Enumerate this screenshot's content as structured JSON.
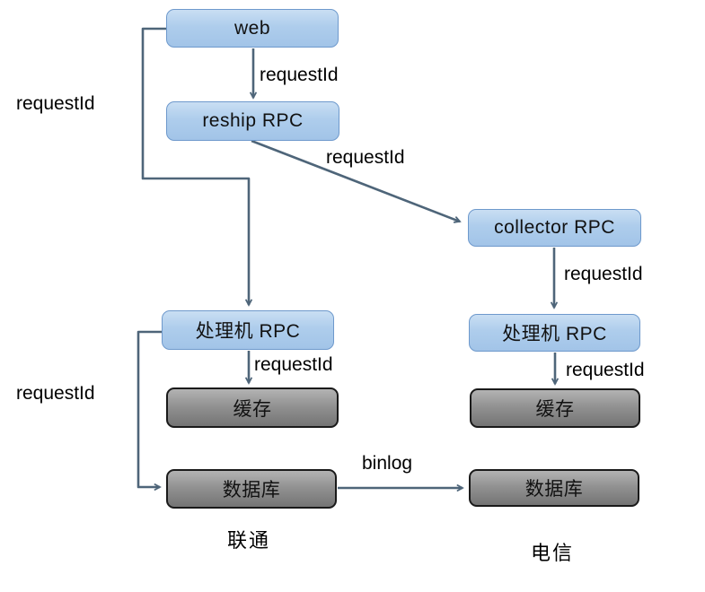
{
  "diagram": {
    "nodes": [
      {
        "id": "web",
        "label": "web",
        "type": "service"
      },
      {
        "id": "reship-rpc",
        "label": "reship RPC",
        "type": "service"
      },
      {
        "id": "collector-rpc",
        "label": "collector RPC",
        "type": "service"
      },
      {
        "id": "processor-left",
        "label": "处理机 RPC",
        "type": "service"
      },
      {
        "id": "processor-right",
        "label": "处理机 RPC",
        "type": "service"
      },
      {
        "id": "cache-left",
        "label": "缓存",
        "type": "storage"
      },
      {
        "id": "cache-right",
        "label": "缓存",
        "type": "storage"
      },
      {
        "id": "db-left",
        "label": "数据库",
        "type": "storage"
      },
      {
        "id": "db-right",
        "label": "数据库",
        "type": "storage"
      }
    ],
    "edges": [
      {
        "from": "web",
        "to": "reship-rpc",
        "label": "requestId"
      },
      {
        "from": "web",
        "to": "processor-left",
        "label": "requestId"
      },
      {
        "from": "reship-rpc",
        "to": "collector-rpc",
        "label": "requestId"
      },
      {
        "from": "collector-rpc",
        "to": "processor-right",
        "label": "requestId"
      },
      {
        "from": "processor-left",
        "to": "cache-left",
        "label": "requestId"
      },
      {
        "from": "processor-right",
        "to": "cache-right",
        "label": "requestId"
      },
      {
        "from": "processor-left",
        "to": "db-left",
        "label": "requestId"
      },
      {
        "from": "db-left",
        "to": "db-right",
        "label": "binlog"
      }
    ],
    "regions": [
      {
        "id": "unicom",
        "label": "联通"
      },
      {
        "id": "telecom",
        "label": "电信"
      }
    ],
    "colors": {
      "service_fill": "#aecdec",
      "service_border": "#6e99cc",
      "storage_fill": "#929292",
      "storage_border": "#1a1a1a",
      "arrow": "#4e6579",
      "text": "#000000",
      "background": "#ffffff"
    }
  }
}
